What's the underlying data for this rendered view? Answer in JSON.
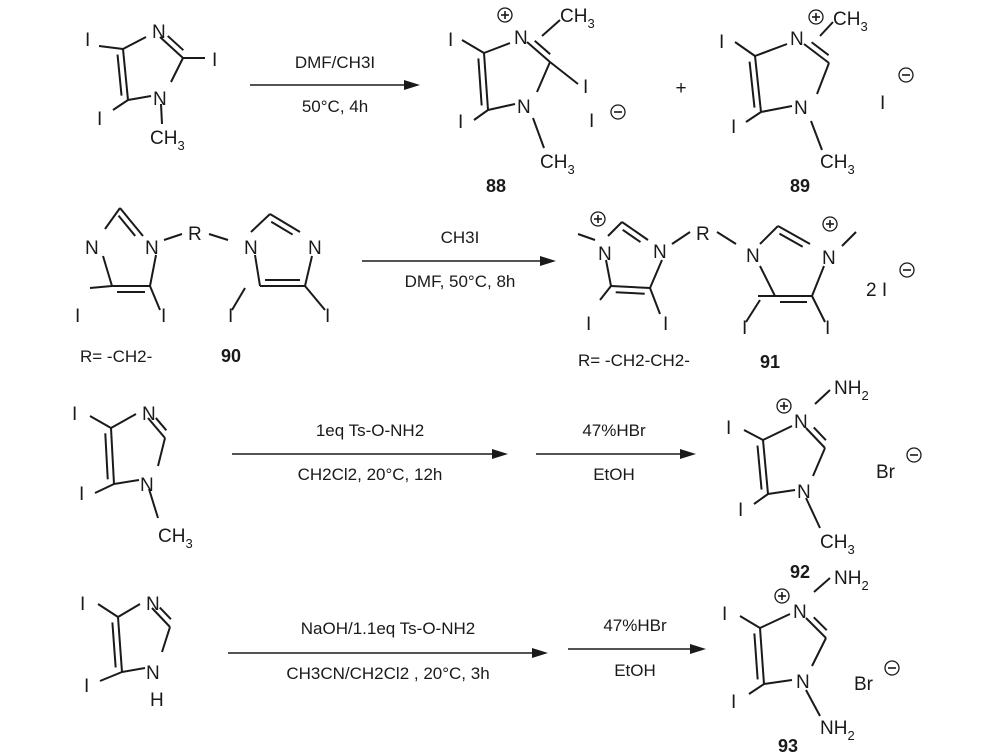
{
  "atoms": {
    "N": "N",
    "I": "I",
    "H": "H",
    "R": "R",
    "C": "C",
    "H_": "H",
    "plus": "+",
    "minus": "−"
  },
  "counter_ions": {
    "iodide": "I",
    "bromide": "Br",
    "two_iodide": "2 I"
  },
  "groups": {
    "methyl_C": "CH",
    "methyl_sub": "3",
    "nh": "NH",
    "nh_sub": "2"
  },
  "reactions": [
    {
      "conditions_top": "DMF/CH3I",
      "conditions_bottom": "50°C, 4h",
      "compounds": [
        "88",
        "89"
      ],
      "plus_sign": "+"
    },
    {
      "conditions_top": "CH3I",
      "conditions_bottom": "DMF, 50°C, 8h",
      "start_r": "R= -CH2-",
      "start_compound": "90",
      "product_r": "R= -CH2-CH2-",
      "product_compound": "91"
    },
    {
      "step1_top": "1eq Ts-O-NH2",
      "step1_bottom": "CH2Cl2, 20°C, 12h",
      "step2_top": "47%HBr",
      "step2_bottom": "EtOH",
      "compound": "92"
    },
    {
      "step1_top": "NaOH/1.1eq Ts-O-NH2",
      "step1_bottom": "CH3CN/CH2Cl2 , 20°C, 3h",
      "step2_top": "47%HBr",
      "step2_bottom": "EtOH",
      "compound": "93"
    }
  ]
}
